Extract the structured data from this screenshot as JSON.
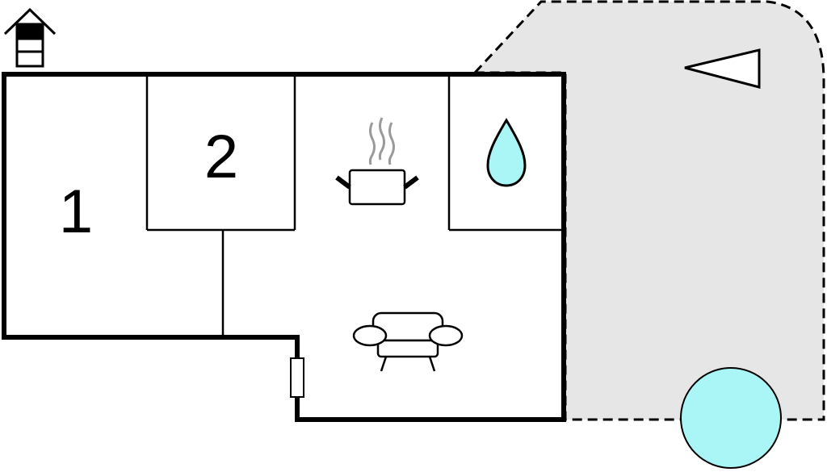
{
  "floorplan": {
    "rooms": [
      {
        "id": "room-1",
        "label": "1"
      },
      {
        "id": "room-2",
        "label": "2"
      }
    ],
    "icons": {
      "bunk": "bunk-bed-icon",
      "kitchen": "cooking-pot-icon",
      "bathroom": "water-drop-icon",
      "living": "sofa-icon",
      "terrace_direction": "triangle-icon",
      "pool": "pool-icon",
      "entrance": "door-icon"
    },
    "colors": {
      "wall": "#000000",
      "terrace_fill": "#e6e6e6",
      "water": "#aaf5f5",
      "steam": "#9a9a9a"
    }
  }
}
